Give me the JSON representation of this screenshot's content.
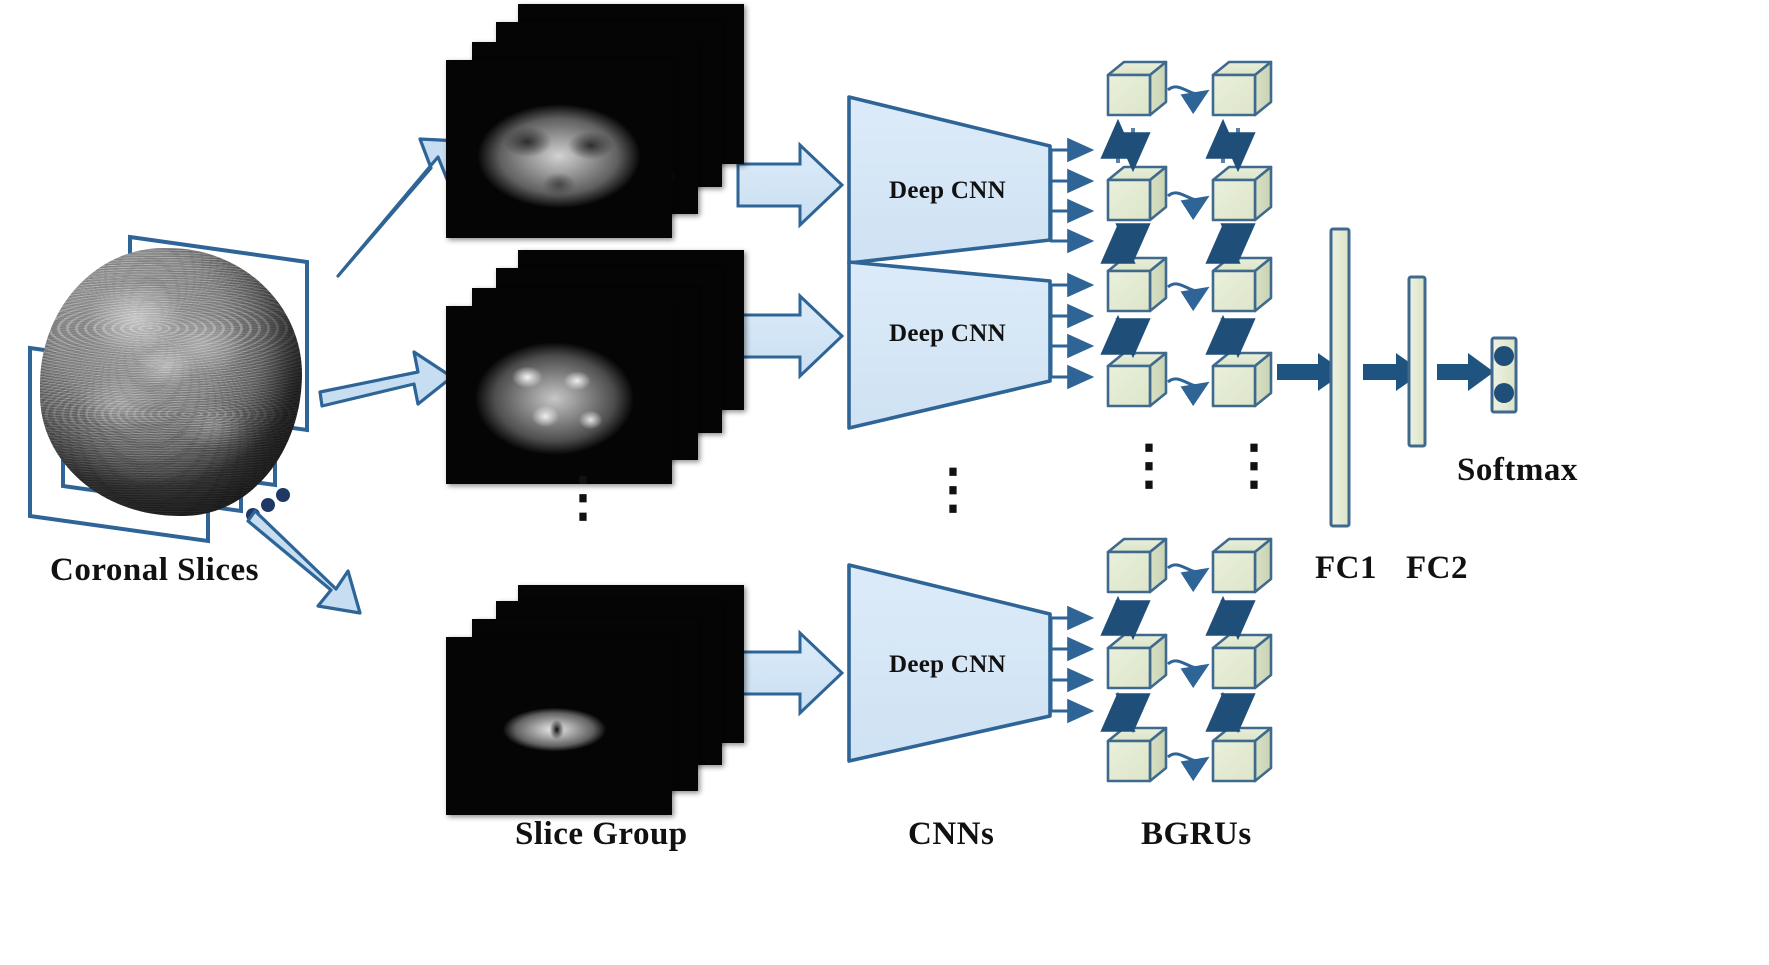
{
  "figure": {
    "title": "Deep CNN + Bidirectional GRU brain MRI classification pipeline",
    "background": "#ffffff"
  },
  "colors": {
    "accent_blue": "#2e6496",
    "arrow_fill": "#cfe2f3",
    "arrow_stroke": "#2e6496",
    "cnn_fill": "#d6e6f7",
    "cnn_stroke": "#2e6496",
    "cube_face": "#e6ecd4",
    "cube_top": "#dfe7cd",
    "cube_side": "#d2dbbd",
    "cube_stroke": "#3f6a8e",
    "fc_fill": "#e6ecd4",
    "fc_stroke": "#3f6a8e",
    "thick_arrow": "#1f5480",
    "softmax_dot": "#1f4e79",
    "slice_plane": "#2e6496",
    "text": "#111111"
  },
  "labels": {
    "coronal_slices": "Coronal  Slices",
    "slice_group": "Slice Group",
    "cnns": "CNNs",
    "bgrus": "BGRUs",
    "fc1": "FC1",
    "fc2": "FC2",
    "softmax": "Softmax"
  },
  "cnn_blocks": [
    {
      "id": "cnn-top",
      "label": "Deep CNN"
    },
    {
      "id": "cnn-middle",
      "label": "Deep CNN"
    },
    {
      "id": "cnn-bottom",
      "label": "Deep CNN"
    }
  ],
  "slice_groups": [
    {
      "id": "slice-group-top",
      "slice_count": 4,
      "view": "coronal-superior"
    },
    {
      "id": "slice-group-middle",
      "slice_count": 4,
      "view": "coronal-mid"
    },
    {
      "id": "slice-group-bottom",
      "slice_count": 4,
      "view": "coronal-inferior"
    }
  ],
  "bgru": {
    "column_count": 2,
    "cubes_per_visible_block": 3,
    "top_block_rows": 4,
    "bottom_block_rows": 3,
    "ellipsis_symbol": "⋮"
  },
  "softmax": {
    "output_nodes": 2
  },
  "ellipses": {
    "brain_dots": "⋯",
    "slice_vertical": "⋮",
    "cnn_vertical": "⋮",
    "bgru_vertical": "⋮"
  },
  "chart_data": {
    "type": "diagram",
    "title": "Deep CNN + BGRU architecture for coronal MRI slice classification",
    "pipeline_stages": [
      "Coronal  Slices",
      "Slice Group",
      "CNNs",
      "BGRUs",
      "FC1",
      "FC2",
      "Softmax"
    ],
    "stage_counts": {
      "slice_groups": 3,
      "deep_cnns": 3,
      "bgru_columns": 2,
      "fc_layers": 2,
      "softmax_outputs": 2
    }
  }
}
